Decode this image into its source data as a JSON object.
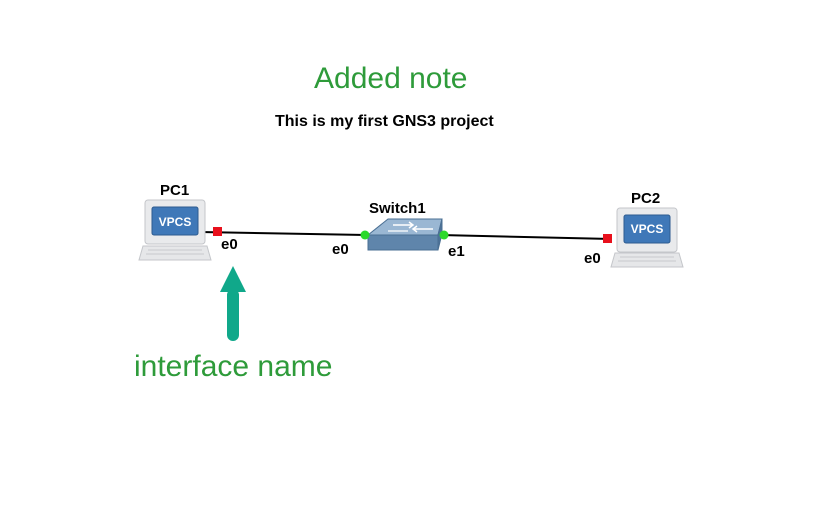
{
  "note": {
    "title": "Added note",
    "subtitle": "This is my first GNS3 project"
  },
  "nodes": {
    "pc1": {
      "label": "PC1",
      "screen_text": "VPCS",
      "type": "vpcs"
    },
    "switch1": {
      "label": "Switch1",
      "type": "ethernet-switch"
    },
    "pc2": {
      "label": "PC2",
      "screen_text": "VPCS",
      "type": "vpcs"
    }
  },
  "links": [
    {
      "from_node": "PC1",
      "from_iface": "e0",
      "from_status": "stopped",
      "to_node": "Switch1",
      "to_iface": "e0",
      "to_status": "started"
    },
    {
      "from_node": "Switch1",
      "from_iface": "e1",
      "from_status": "started",
      "to_node": "PC2",
      "to_iface": "e0",
      "to_status": "stopped"
    }
  ],
  "annotation": {
    "text": "interface name",
    "arrow_icon": "arrow-up-icon"
  },
  "colors": {
    "note_green": "#2e9b3a",
    "arrow_teal": "#10a88a",
    "status_stopped": "#e8101c",
    "status_started": "#2bd92b",
    "vpcs_screen": "#3f78b8",
    "switch_body": "#6f93b6"
  }
}
